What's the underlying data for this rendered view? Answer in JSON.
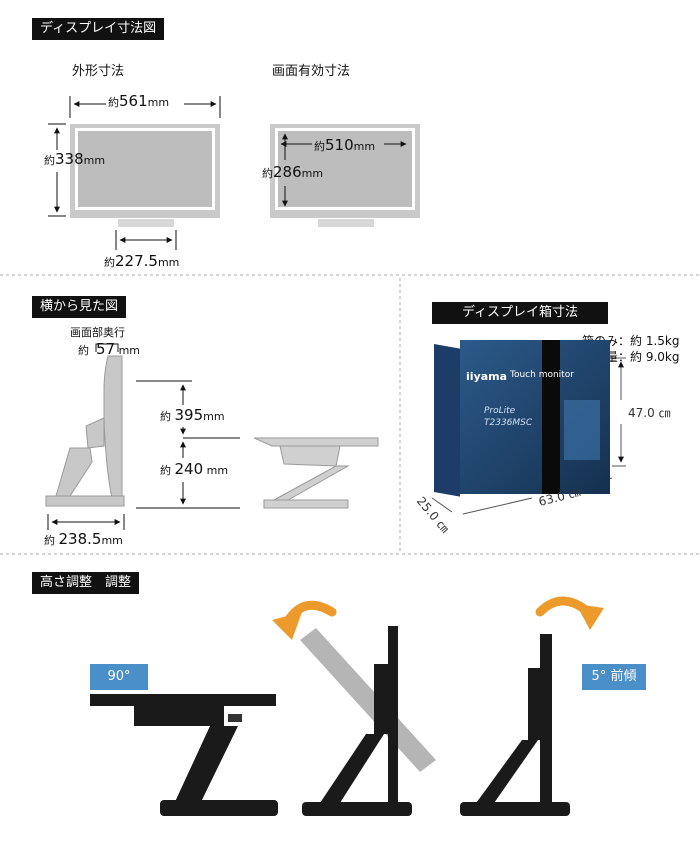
{
  "sections": {
    "display_dimensions": "ディスプレイ寸法図",
    "side_view": "横から見た図",
    "box_dimensions": "ディスプレイ箱寸法",
    "height_adjust": "高さ調整　調整"
  },
  "display": {
    "outer_label": "外形寸法",
    "active_label": "画面有効寸法",
    "approx": "約",
    "unit": "mm",
    "width": "561",
    "height": "338",
    "stand_depth": "227.5",
    "active_width": "510",
    "active_height": "286"
  },
  "side": {
    "depth_title": "画面部奥行",
    "depth": "57",
    "height_upper": "395",
    "height_lower": "240",
    "base": "238.5"
  },
  "box": {
    "box_only": "箱のみ：約 1.5kg",
    "total_weight": "総重量：約 9.0kg",
    "height": "47.0 ㎝",
    "width": "63.0 ㎝",
    "depth": "25.0 ㎝",
    "brand": "iiyama",
    "product_line": "ProLite",
    "model": "T2336MSC",
    "tagline": "Touch monitor"
  },
  "tilt": {
    "angle_90": "90°",
    "angle_5": "5° 前傾"
  }
}
